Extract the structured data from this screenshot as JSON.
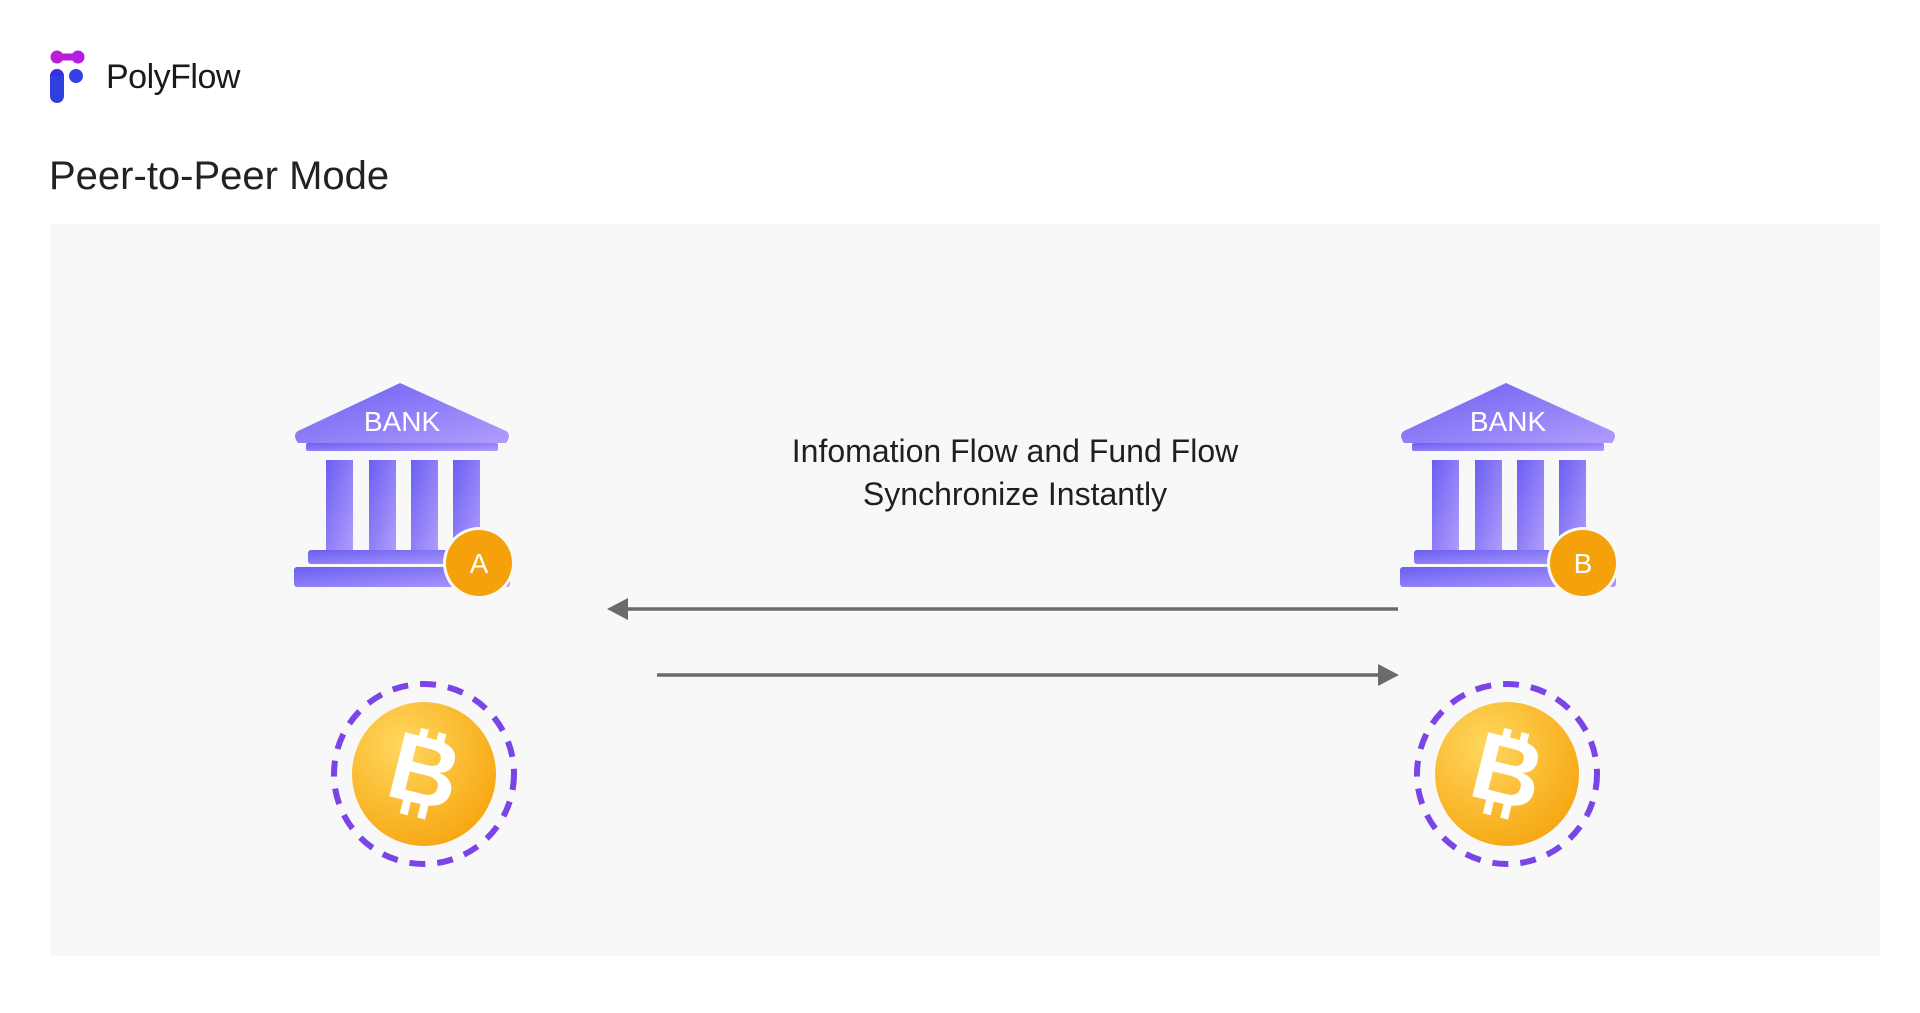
{
  "brand": {
    "name": "PolyFlow",
    "colors": {
      "magenta": "#c51fd3",
      "blue": "#2f3fe0"
    }
  },
  "page_title": "Peer-to-Peer Mode",
  "diagram": {
    "caption_line1": "Infomation Flow and Fund Flow",
    "caption_line2": "Synchronize Instantly",
    "bank_a": {
      "label": "BANK",
      "badge": "A",
      "icon": "bank-icon"
    },
    "bank_b": {
      "label": "BANK",
      "badge": "B",
      "icon": "bank-icon"
    },
    "coin_a": {
      "icon": "bitcoin-icon"
    },
    "coin_b": {
      "icon": "bitcoin-icon"
    },
    "arrows": [
      "B to A",
      "A to B"
    ],
    "colors": {
      "bank_purple": "#7b6cf6",
      "badge_orange": "#f5a10c",
      "coin_gold": "#fbb823",
      "dash_purple": "#7a44e6",
      "arrow_gray": "#6b6b6b",
      "panel_bg": "#f8f8f8"
    }
  }
}
